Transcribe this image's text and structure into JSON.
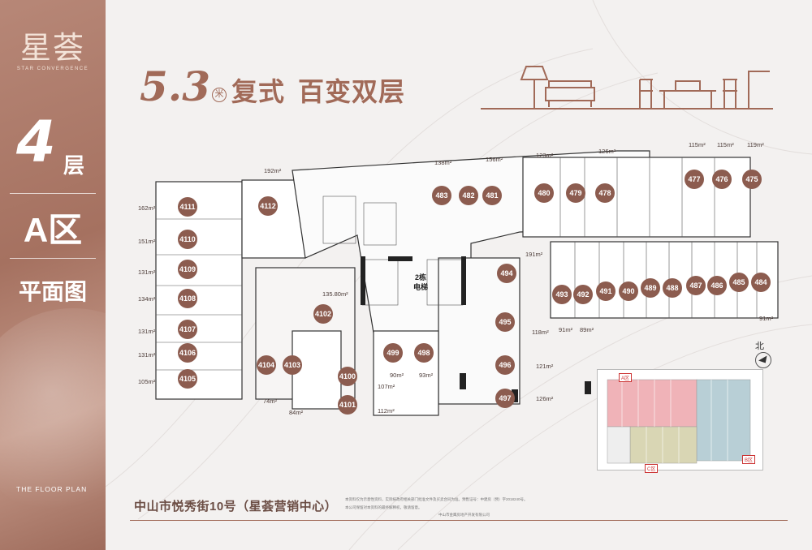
{
  "brand": {
    "name_cn": "星荟",
    "name_en": "STAR CONVERGENCE"
  },
  "floor": {
    "number": "4",
    "suffix": "层",
    "zone": "A区",
    "plan_title": "平面图",
    "plan_en": "THE FLOOR PLAN"
  },
  "headline": {
    "height": "5.3",
    "unit": "米",
    "text1": "复式",
    "text2": "百变双层"
  },
  "units": [
    {
      "no": "4111",
      "area": "162m²"
    },
    {
      "no": "4110",
      "area": "151m²"
    },
    {
      "no": "4109",
      "area": "131m²"
    },
    {
      "no": "4108",
      "area": "134m²"
    },
    {
      "no": "4107",
      "area": "131m²"
    },
    {
      "no": "4106",
      "area": "131m²"
    },
    {
      "no": "4105",
      "area": "105m²"
    },
    {
      "no": "4112",
      "area": "192m²"
    },
    {
      "no": "4102",
      "area": "135.80m²"
    },
    {
      "no": "4104",
      "area": "74m²"
    },
    {
      "no": "4103",
      "area": "84m²"
    },
    {
      "no": "4100",
      "area": "107m²"
    },
    {
      "no": "4101",
      "area": "112m²"
    },
    {
      "no": "499",
      "area": "90m²"
    },
    {
      "no": "498",
      "area": "93m²"
    },
    {
      "no": "483",
      "area": "138m²"
    },
    {
      "no": "482",
      "area": ""
    },
    {
      "no": "481",
      "area": ""
    },
    {
      "no": "480",
      "area": "156m²"
    },
    {
      "no": "479",
      "area": "123m²"
    },
    {
      "no": "478",
      "area": "126m²"
    },
    {
      "no": "477",
      "area": "115m²"
    },
    {
      "no": "476",
      "area": "115m²"
    },
    {
      "no": "475",
      "area": "119m²"
    },
    {
      "no": "494",
      "area": "191m²"
    },
    {
      "no": "495",
      "area": "118m²"
    },
    {
      "no": "496",
      "area": "121m²"
    },
    {
      "no": "497",
      "area": "126m²"
    },
    {
      "no": "493",
      "area": "91m²"
    },
    {
      "no": "492",
      "area": "89m²"
    },
    {
      "no": "491",
      "area": ""
    },
    {
      "no": "490",
      "area": ""
    },
    {
      "no": "489",
      "area": ""
    },
    {
      "no": "488",
      "area": ""
    },
    {
      "no": "487",
      "area": ""
    },
    {
      "no": "486",
      "area": ""
    },
    {
      "no": "485",
      "area": ""
    },
    {
      "no": "484",
      "area": "91m²"
    }
  ],
  "elevator_label": "2栋\n电梯",
  "north_label": "北",
  "keymap": {
    "a": "A区",
    "b": "B区",
    "c": "C区"
  },
  "address": "中山市悦秀街10号（星荟营销中心）",
  "disclaimer": [
    "本资料仅为示意性资料，实际按政府相关部门批准文件及买卖合同为准。预售证号：中建房（预）字2018240号。",
    "本公司保留对本资料的最终解释权，敬请留意。",
    "中山市金鹰房地产开发有限公司"
  ],
  "colors": {
    "accent": "#a16a58",
    "sidebar": "#a87462",
    "unit_circle": "#8c5c4f",
    "keymap_a": "#f0b3b8",
    "keymap_b": "#b8cfd6",
    "keymap_c": "#d9d6b4"
  }
}
